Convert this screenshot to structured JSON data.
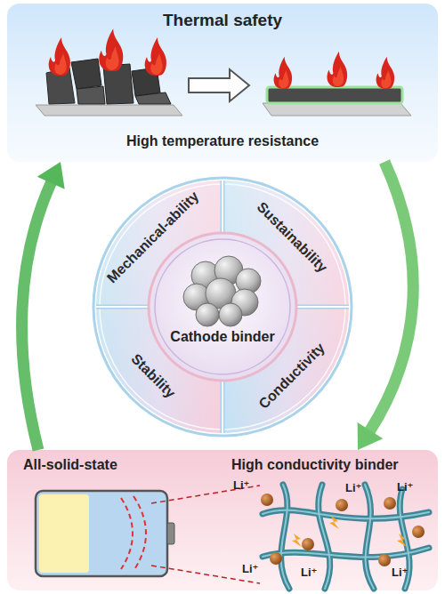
{
  "diagram": {
    "nodes": [
      {
        "text": [
          "Thermal safety",
          "High temperature resistance"
        ]
      },
      {
        "text": [
          "Mechanical-ability"
        ]
      },
      {
        "text": [
          "Sustainability"
        ]
      },
      {
        "text": [
          "Cathode binder"
        ]
      },
      {
        "text": [
          "Stability"
        ]
      },
      {
        "text": [
          "Conductivity"
        ]
      },
      {
        "text": [
          "All-solid-state",
          "High conductivity binder"
        ]
      }
    ],
    "edges": [
      {
        "from": 6,
        "to": 0,
        "arrow": "to"
      },
      {
        "from": 0,
        "to": 6,
        "arrow": "to"
      }
    ],
    "labels": [
      "Li⁺",
      "Li⁺",
      "Li⁺",
      "Li⁺",
      "Li⁺",
      "Li⁺"
    ]
  }
}
